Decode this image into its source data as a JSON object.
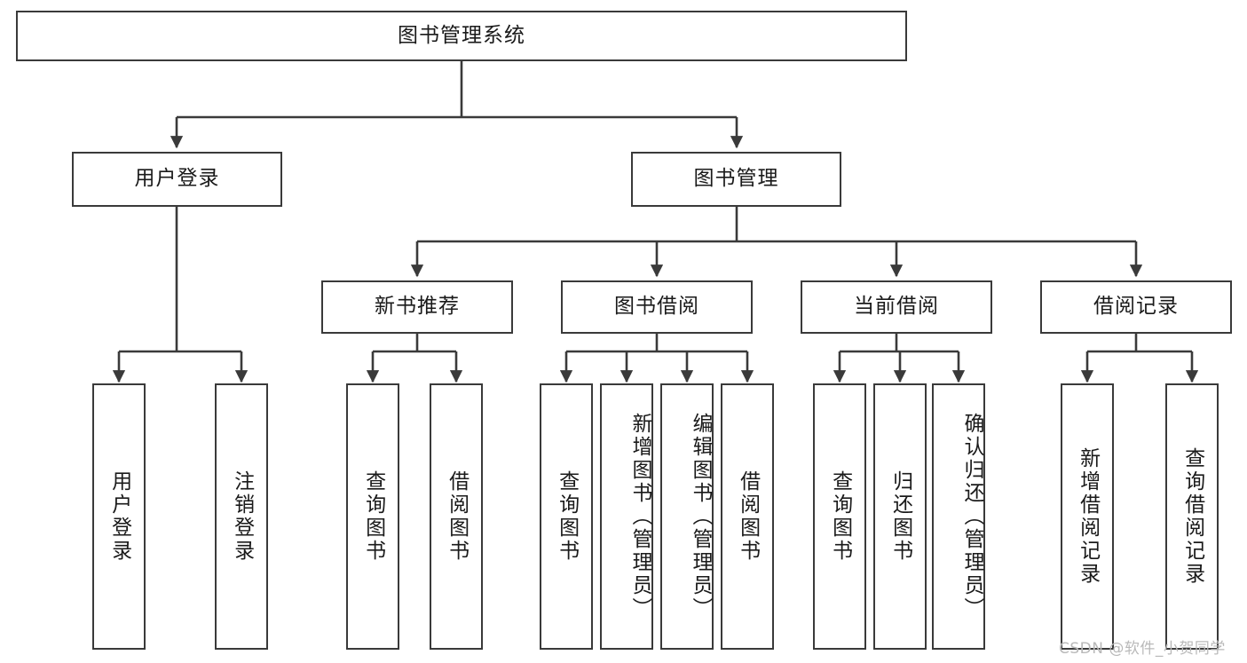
{
  "diagram": {
    "title": "图书管理系统",
    "type": "tree-hierarchy-chart",
    "colors": {
      "stroke": "#3a3a3a",
      "fill": "#ffffff",
      "text": "#1a1a1a",
      "watermark": "#b9b9b9"
    },
    "root": {
      "label": "图书管理系统"
    },
    "level2": [
      {
        "label": "用户登录"
      },
      {
        "label": "图书管理"
      }
    ],
    "level3": [
      {
        "label": "新书推荐"
      },
      {
        "label": "图书借阅"
      },
      {
        "label": "当前借阅"
      },
      {
        "label": "借阅记录"
      }
    ],
    "leaves": [
      {
        "label": "用户登录",
        "parent": "用户登录"
      },
      {
        "label": "注销登录",
        "parent": "用户登录"
      },
      {
        "label": "查询图书",
        "parent": "新书推荐"
      },
      {
        "label": "借阅图书",
        "parent": "新书推荐"
      },
      {
        "label": "查询图书",
        "parent": "图书借阅"
      },
      {
        "label": "新增图书（管理员）",
        "parent": "图书借阅"
      },
      {
        "label": "编辑图书（管理员）",
        "parent": "图书借阅"
      },
      {
        "label": "借阅图书",
        "parent": "图书借阅"
      },
      {
        "label": "查询图书",
        "parent": "当前借阅"
      },
      {
        "label": "归还图书",
        "parent": "当前借阅"
      },
      {
        "label": "确认归还（管理员）",
        "parent": "当前借阅"
      },
      {
        "label": "新增借阅记录",
        "parent": "借阅记录"
      },
      {
        "label": "查询借阅记录",
        "parent": "借阅记录"
      }
    ]
  },
  "watermark": {
    "text": "CSDN @软件_小贺同学"
  }
}
